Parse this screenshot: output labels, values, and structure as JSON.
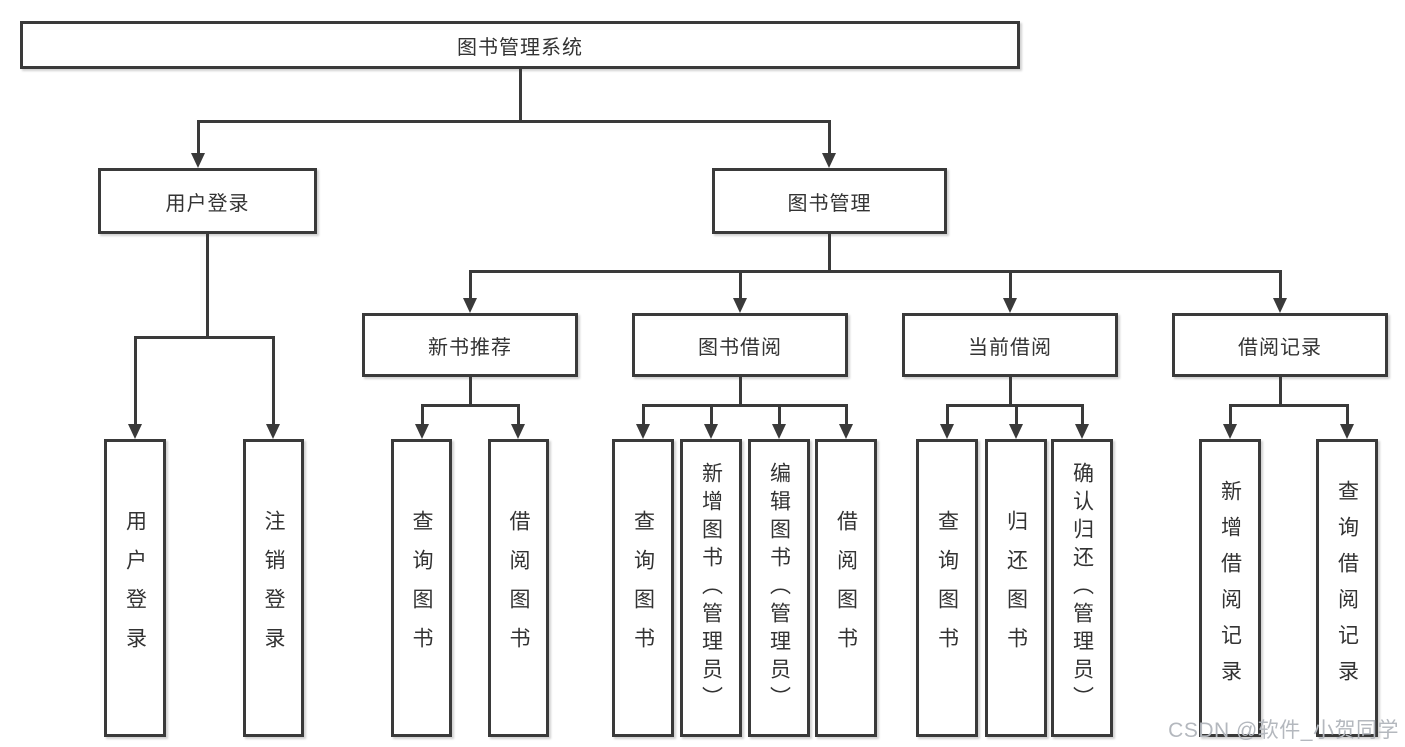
{
  "tree": {
    "label": "图书管理系统",
    "children": [
      {
        "label": "用户登录",
        "children": [
          {
            "label": "用户登录"
          },
          {
            "label": "注销登录"
          }
        ]
      },
      {
        "label": "图书管理",
        "children": [
          {
            "label": "新书推荐",
            "children": [
              {
                "label": "查询图书"
              },
              {
                "label": "借阅图书"
              }
            ]
          },
          {
            "label": "图书借阅",
            "children": [
              {
                "label": "查询图书"
              },
              {
                "label": "新增图书（管理员）"
              },
              {
                "label": "编辑图书（管理员）"
              },
              {
                "label": "借阅图书"
              }
            ]
          },
          {
            "label": "当前借阅",
            "children": [
              {
                "label": "查询图书"
              },
              {
                "label": "归还图书"
              },
              {
                "label": "确认归还（管理员）"
              }
            ]
          },
          {
            "label": "借阅记录",
            "children": [
              {
                "label": "新增借阅记录"
              },
              {
                "label": "查询借阅记录"
              }
            ]
          }
        ]
      }
    ]
  },
  "watermark": "CSDN @软件_小贺同学",
  "colors": {
    "line": "#3a3a3a",
    "text": "#333333",
    "watermark": "#b4b8be",
    "background": "#ffffff"
  }
}
